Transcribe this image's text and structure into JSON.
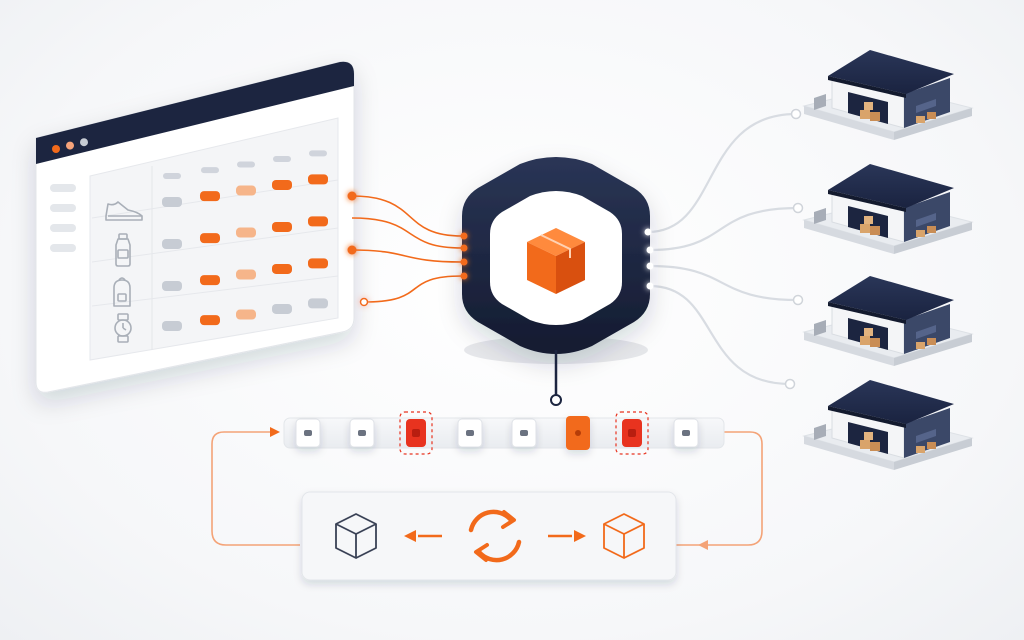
{
  "colors": {
    "accent": "#f26a1b",
    "accent_light": "#f6b58a",
    "accent_red": "#e8331f",
    "navy": "#1c2540",
    "muted": "#c7ccd4",
    "panel": "#f2f3f5",
    "line_gray": "#d5d9df"
  },
  "icons": {
    "product_rows": [
      "sneaker-icon",
      "bottle-icon",
      "backpack-icon",
      "watch-icon"
    ],
    "hub": "package-box-icon",
    "cycle_left": "box-outline-icon",
    "cycle_center": "refresh-sync-icon",
    "cycle_right": "box-outline-orange-icon"
  },
  "catalog": {
    "window_dots": [
      "#f26a1b",
      "#f6a37a",
      "#c7ccd4"
    ],
    "header_cells": [
      "gray",
      "gray",
      "gray",
      "gray",
      "gray"
    ],
    "rows": [
      [
        "gray",
        "orange",
        "light",
        "orange",
        "orange"
      ],
      [
        "gray",
        "orange",
        "light",
        "orange",
        "orange"
      ],
      [
        "gray",
        "orange",
        "light",
        "orange",
        "orange"
      ],
      [
        "gray",
        "orange",
        "light",
        "gray",
        "gray"
      ]
    ]
  },
  "queue": {
    "items": [
      "normal",
      "normal",
      "flagged",
      "normal",
      "normal",
      "active",
      "flagged",
      "normal"
    ]
  },
  "warehouses": {
    "count": 4
  }
}
